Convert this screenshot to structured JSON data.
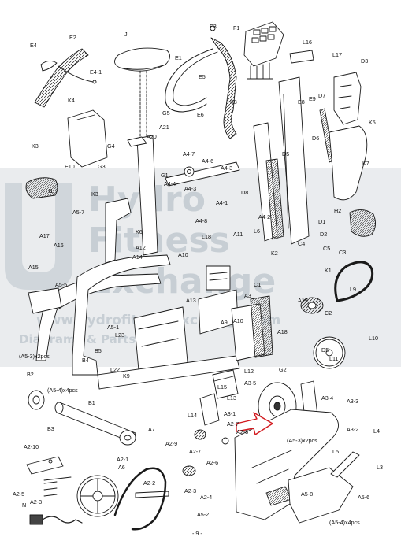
{
  "diagram": {
    "labels": [
      "J",
      "E2",
      "E4",
      "E4-1",
      "E3",
      "F1",
      "L16",
      "L17",
      "D3",
      "K4",
      "E5",
      "E1",
      "G5",
      "E6",
      "A21",
      "K8",
      "E8",
      "E9",
      "D7",
      "A20",
      "K3",
      "E10",
      "G4",
      "G3",
      "K5",
      "D6",
      "D5",
      "G1",
      "A4-7",
      "A4-6",
      "A4-3",
      "A4-4",
      "A4-3",
      "K7",
      "H1",
      "K3",
      "D8",
      "A5-7",
      "A4-1",
      "A4-2",
      "H2",
      "A17",
      "K6",
      "A4-8",
      "L18",
      "A11",
      "L6",
      "D1",
      "D2",
      "A16",
      "A12",
      "A14",
      "A10",
      "K2",
      "C4",
      "C5",
      "C3",
      "A15",
      "K1",
      "A5-5",
      "C1",
      "A3",
      "A13",
      "A19",
      "L9",
      "A5-1",
      "L23",
      "A9",
      "A10",
      "C2",
      "B5",
      "A18",
      "L10",
      "D5",
      "L11",
      "B4",
      "L22",
      "L12",
      "G2",
      "K9",
      "A3-5",
      "L15",
      "L13",
      "A3-4",
      "A3-3",
      "B2",
      "B1",
      "L14",
      "A3-1",
      "A2-7",
      "A2-8",
      "A7",
      "A3-2",
      "L4",
      "B3",
      "A2-9",
      "A2-7",
      "A2-6",
      "L5",
      "L3",
      "A2-10",
      "A2-1",
      "A6",
      "A2-2",
      "A2-5",
      "A2-3",
      "A2-3",
      "A2-4",
      "A5-8",
      "A5-6",
      "N",
      "A5-2",
      "(A5-3)x2pcs",
      "(A5-4)x4pcs",
      "(A5-3)x2pcs",
      "(A5-4)x4pcs",
      "- 9 -"
    ],
    "watermark": {
      "line1": "Hydro",
      "line2": "Fitness",
      "line3": "Exchange",
      "url": "www.hydrofitnessexchange.com",
      "url2": "Diagrams & Parts List"
    },
    "highlight_color": "#d2191e",
    "line_color": "#1a1a1a"
  }
}
